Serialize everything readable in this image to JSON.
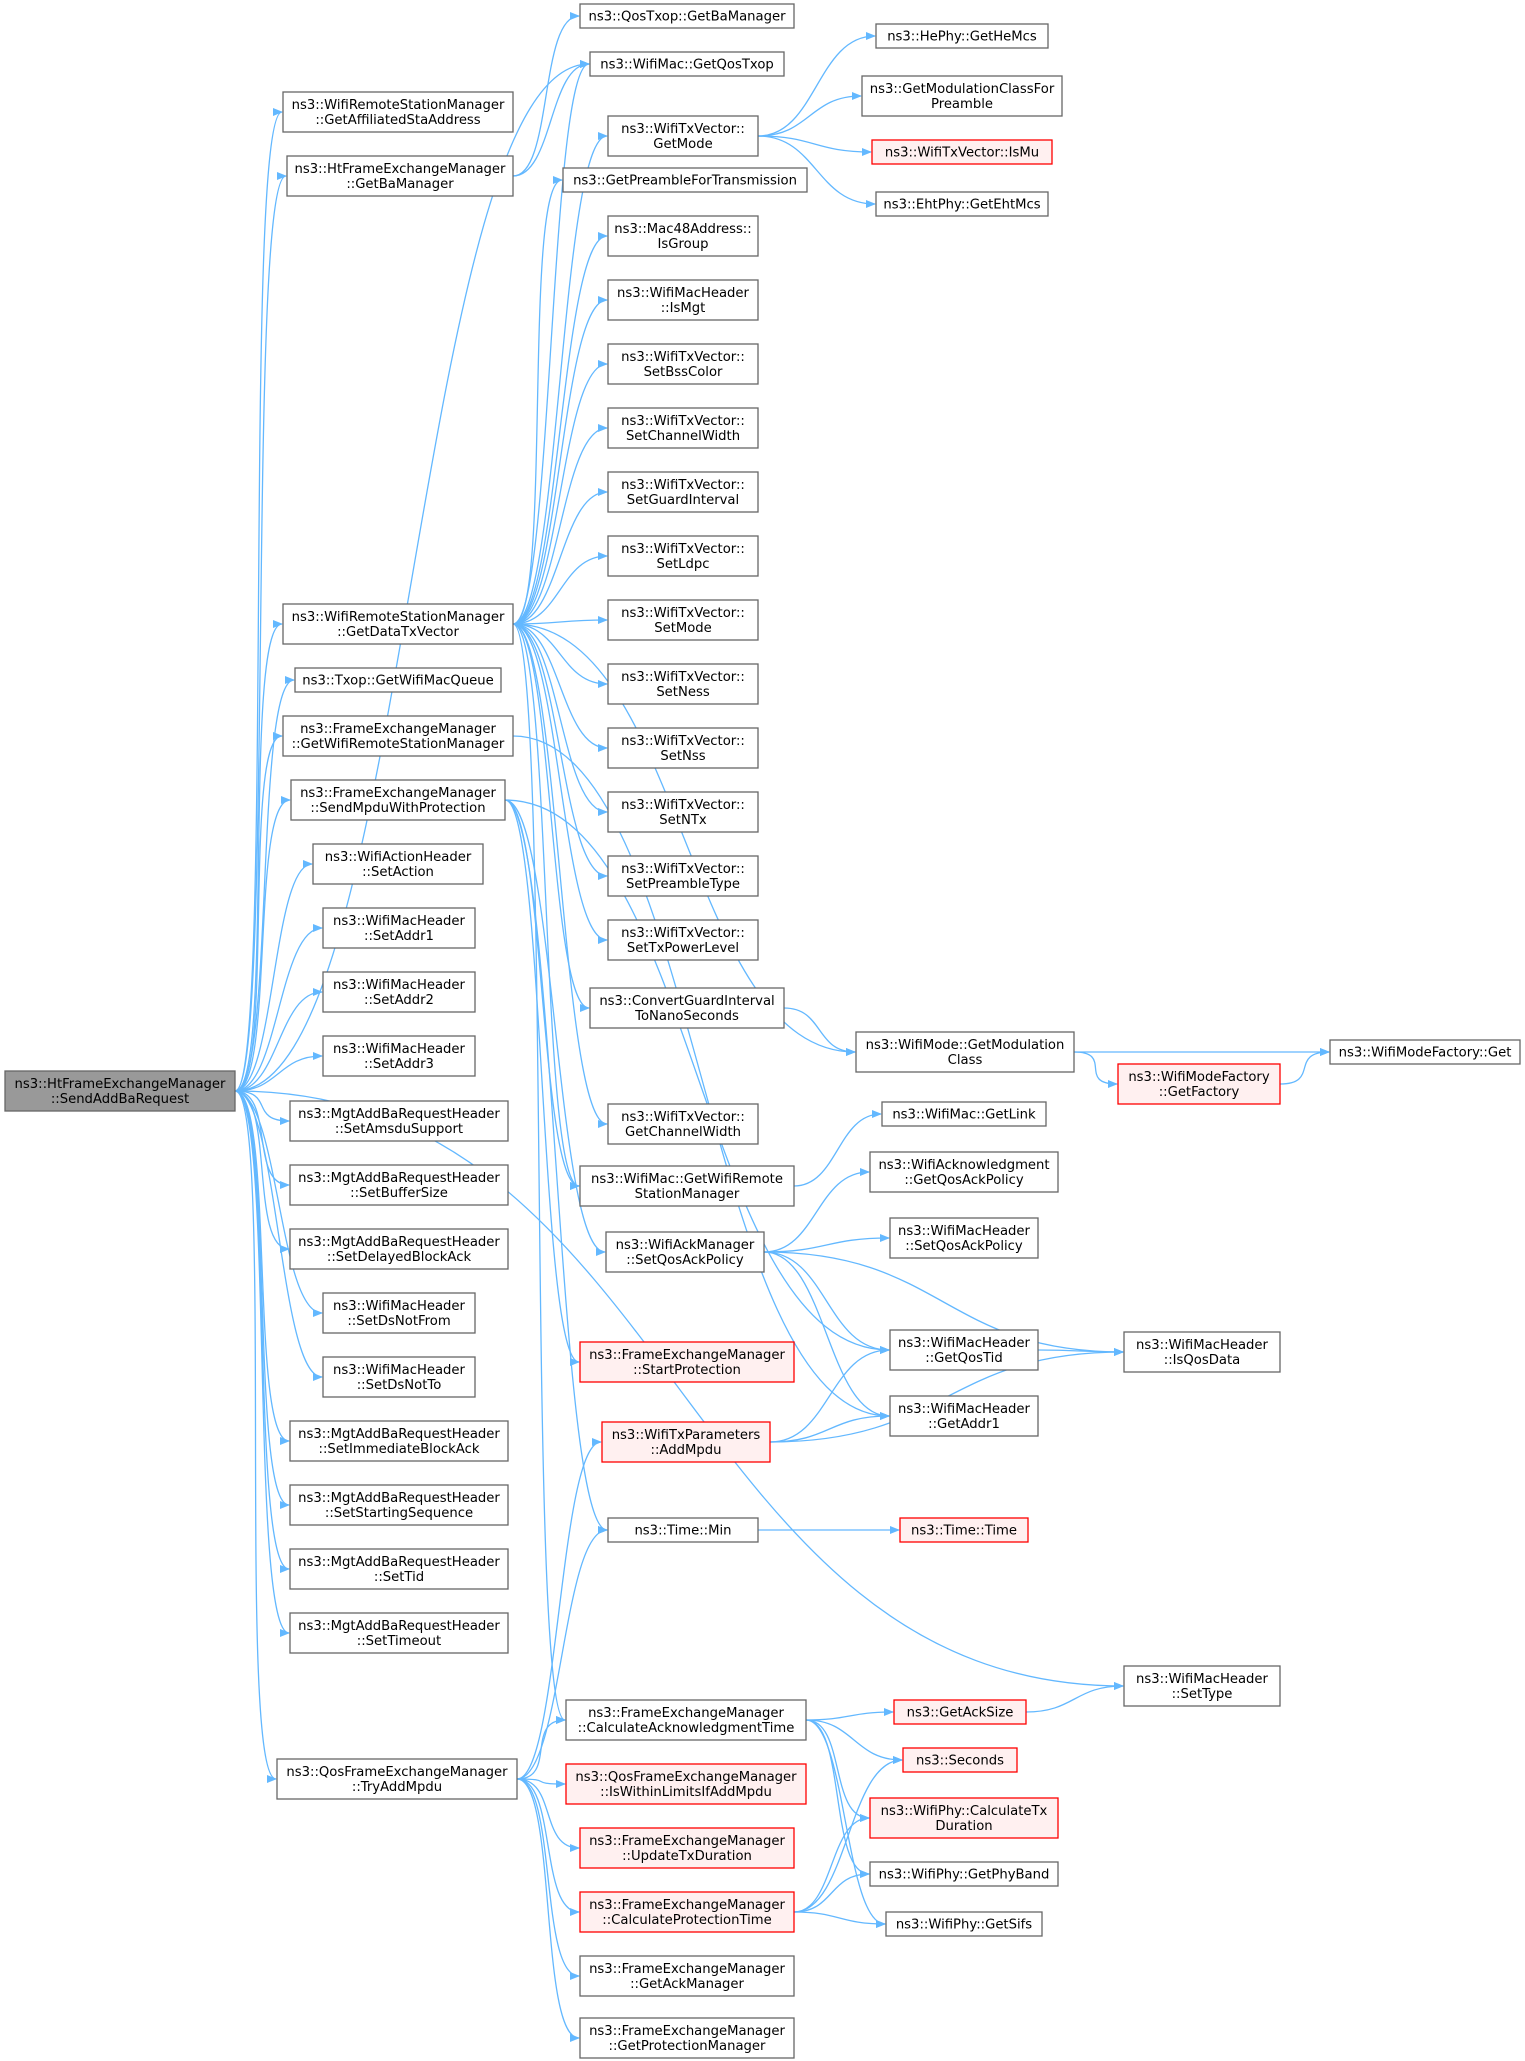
{
  "colors": {
    "edge": "#63b8ff",
    "node_border": "#666666",
    "node_fill": "#ffffff",
    "root_fill": "#999999",
    "truncated_border": "#ff0000",
    "truncated_fill": "#fff0f0"
  },
  "nodes": [
    {
      "id": "root",
      "lines": [
        "ns3::HtFrameExchangeManager",
        "::SendAddBaRequest"
      ],
      "style": "root"
    },
    {
      "id": "getAffSta",
      "lines": [
        "ns3::WifiRemoteStationManager",
        "::GetAffiliatedStaAddress"
      ],
      "style": "normal"
    },
    {
      "id": "htGetBa",
      "lines": [
        "ns3::HtFrameExchangeManager",
        "::GetBaManager"
      ],
      "style": "normal"
    },
    {
      "id": "getDataTx",
      "lines": [
        "ns3::WifiRemoteStationManager",
        "::GetDataTxVector"
      ],
      "style": "normal"
    },
    {
      "id": "txopQueue",
      "lines": [
        "ns3::Txop::GetWifiMacQueue"
      ],
      "style": "normal"
    },
    {
      "id": "femGetRsm",
      "lines": [
        "ns3::FrameExchangeManager",
        "::GetWifiRemoteStationManager"
      ],
      "style": "normal"
    },
    {
      "id": "sendMpdu",
      "lines": [
        "ns3::FrameExchangeManager",
        "::SendMpduWithProtection"
      ],
      "style": "normal"
    },
    {
      "id": "setAction",
      "lines": [
        "ns3::WifiActionHeader",
        "::SetAction"
      ],
      "style": "normal"
    },
    {
      "id": "setAddr1",
      "lines": [
        "ns3::WifiMacHeader",
        "::SetAddr1"
      ],
      "style": "normal"
    },
    {
      "id": "setAddr2",
      "lines": [
        "ns3::WifiMacHeader",
        "::SetAddr2"
      ],
      "style": "normal"
    },
    {
      "id": "setAddr3",
      "lines": [
        "ns3::WifiMacHeader",
        "::SetAddr3"
      ],
      "style": "normal"
    },
    {
      "id": "setAmsdu",
      "lines": [
        "ns3::MgtAddBaRequestHeader",
        "::SetAmsduSupport"
      ],
      "style": "normal"
    },
    {
      "id": "setBuf",
      "lines": [
        "ns3::MgtAddBaRequestHeader",
        "::SetBufferSize"
      ],
      "style": "normal"
    },
    {
      "id": "setDelayed",
      "lines": [
        "ns3::MgtAddBaRequestHeader",
        "::SetDelayedBlockAck"
      ],
      "style": "normal"
    },
    {
      "id": "setDsFrom",
      "lines": [
        "ns3::WifiMacHeader",
        "::SetDsNotFrom"
      ],
      "style": "normal"
    },
    {
      "id": "setDsTo",
      "lines": [
        "ns3::WifiMacHeader",
        "::SetDsNotTo"
      ],
      "style": "normal"
    },
    {
      "id": "setImm",
      "lines": [
        "ns3::MgtAddBaRequestHeader",
        "::SetImmediateBlockAck"
      ],
      "style": "normal"
    },
    {
      "id": "setStartSeq",
      "lines": [
        "ns3::MgtAddBaRequestHeader",
        "::SetStartingSequence"
      ],
      "style": "normal"
    },
    {
      "id": "setTid",
      "lines": [
        "ns3::MgtAddBaRequestHeader",
        "::SetTid"
      ],
      "style": "normal"
    },
    {
      "id": "setTimeout",
      "lines": [
        "ns3::MgtAddBaRequestHeader",
        "::SetTimeout"
      ],
      "style": "normal"
    },
    {
      "id": "tryAdd",
      "lines": [
        "ns3::QosFrameExchangeManager",
        "::TryAddMpdu"
      ],
      "style": "normal"
    },
    {
      "id": "qosTxopBa",
      "lines": [
        "ns3::QosTxop::GetBaManager"
      ],
      "style": "normal"
    },
    {
      "id": "macQosTxop",
      "lines": [
        "ns3::WifiMac::GetQosTxop"
      ],
      "style": "normal"
    },
    {
      "id": "getMode",
      "lines": [
        "ns3::WifiTxVector::",
        "GetMode"
      ],
      "style": "normal"
    },
    {
      "id": "getPreamble",
      "lines": [
        "ns3::GetPreambleForTransmission"
      ],
      "style": "normal"
    },
    {
      "id": "isGroup",
      "lines": [
        "ns3::Mac48Address::",
        "IsGroup"
      ],
      "style": "normal"
    },
    {
      "id": "isMgt",
      "lines": [
        "ns3::WifiMacHeader",
        "::IsMgt"
      ],
      "style": "normal"
    },
    {
      "id": "setBss",
      "lines": [
        "ns3::WifiTxVector::",
        "SetBssColor"
      ],
      "style": "normal"
    },
    {
      "id": "setChW",
      "lines": [
        "ns3::WifiTxVector::",
        "SetChannelWidth"
      ],
      "style": "normal"
    },
    {
      "id": "setGi",
      "lines": [
        "ns3::WifiTxVector::",
        "SetGuardInterval"
      ],
      "style": "normal"
    },
    {
      "id": "setLdpc",
      "lines": [
        "ns3::WifiTxVector::",
        "SetLdpc"
      ],
      "style": "normal"
    },
    {
      "id": "setMode",
      "lines": [
        "ns3::WifiTxVector::",
        "SetMode"
      ],
      "style": "normal"
    },
    {
      "id": "setNess",
      "lines": [
        "ns3::WifiTxVector::",
        "SetNess"
      ],
      "style": "normal"
    },
    {
      "id": "setNss",
      "lines": [
        "ns3::WifiTxVector::",
        "SetNss"
      ],
      "style": "normal"
    },
    {
      "id": "setNTx",
      "lines": [
        "ns3::WifiTxVector::",
        "SetNTx"
      ],
      "style": "normal"
    },
    {
      "id": "setPre",
      "lines": [
        "ns3::WifiTxVector::",
        "SetPreambleType"
      ],
      "style": "normal"
    },
    {
      "id": "setTxPow",
      "lines": [
        "ns3::WifiTxVector::",
        "SetTxPowerLevel"
      ],
      "style": "normal"
    },
    {
      "id": "convGi",
      "lines": [
        "ns3::ConvertGuardInterval",
        "ToNanoSeconds"
      ],
      "style": "normal"
    },
    {
      "id": "getChW",
      "lines": [
        "ns3::WifiTxVector::",
        "GetChannelWidth"
      ],
      "style": "normal"
    },
    {
      "id": "macGetRsm",
      "lines": [
        "ns3::WifiMac::GetWifiRemote",
        "StationManager"
      ],
      "style": "normal"
    },
    {
      "id": "setQosAck",
      "lines": [
        "ns3::WifiAckManager",
        "::SetQosAckPolicy"
      ],
      "style": "normal"
    },
    {
      "id": "startProt",
      "lines": [
        "ns3::FrameExchangeManager",
        "::StartProtection"
      ],
      "style": "trunc"
    },
    {
      "id": "addMpdu",
      "lines": [
        "ns3::WifiTxParameters",
        "::AddMpdu"
      ],
      "style": "trunc"
    },
    {
      "id": "timeMin",
      "lines": [
        "ns3::Time::Min"
      ],
      "style": "normal"
    },
    {
      "id": "calcAck",
      "lines": [
        "ns3::FrameExchangeManager",
        "::CalculateAcknowledgmentTime"
      ],
      "style": "normal"
    },
    {
      "id": "isWithin",
      "lines": [
        "ns3::QosFrameExchangeManager",
        "::IsWithinLimitsIfAddMpdu"
      ],
      "style": "trunc"
    },
    {
      "id": "updTx",
      "lines": [
        "ns3::FrameExchangeManager",
        "::UpdateTxDuration"
      ],
      "style": "trunc"
    },
    {
      "id": "calcProt",
      "lines": [
        "ns3::FrameExchangeManager",
        "::CalculateProtectionTime"
      ],
      "style": "trunc"
    },
    {
      "id": "getAckMgr",
      "lines": [
        "ns3::FrameExchangeManager",
        "::GetAckManager"
      ],
      "style": "normal"
    },
    {
      "id": "getProtMgr",
      "lines": [
        "ns3::FrameExchangeManager",
        "::GetProtectionManager"
      ],
      "style": "normal"
    },
    {
      "id": "heMcs",
      "lines": [
        "ns3::HePhy::GetHeMcs"
      ],
      "style": "normal"
    },
    {
      "id": "getModClassPre",
      "lines": [
        "ns3::GetModulationClassFor",
        "Preamble"
      ],
      "style": "normal"
    },
    {
      "id": "isMu",
      "lines": [
        "ns3::WifiTxVector::IsMu"
      ],
      "style": "trunc"
    },
    {
      "id": "ehtMcs",
      "lines": [
        "ns3::EhtPhy::GetEhtMcs"
      ],
      "style": "normal"
    },
    {
      "id": "modeGetMod",
      "lines": [
        "ns3::WifiMode::GetModulation",
        "Class"
      ],
      "style": "normal"
    },
    {
      "id": "modeFactGetF",
      "lines": [
        "ns3::WifiModeFactory",
        "::GetFactory"
      ],
      "style": "trunc"
    },
    {
      "id": "macGetLink",
      "lines": [
        "ns3::WifiMac::GetLink"
      ],
      "style": "normal"
    },
    {
      "id": "ackGetQos",
      "lines": [
        "ns3::WifiAcknowledgment",
        "::GetQosAckPolicy"
      ],
      "style": "normal"
    },
    {
      "id": "hdrSetQosAck",
      "lines": [
        "ns3::WifiMacHeader",
        "::SetQosAckPolicy"
      ],
      "style": "normal"
    },
    {
      "id": "getQosTid",
      "lines": [
        "ns3::WifiMacHeader",
        "::GetQosTid"
      ],
      "style": "normal"
    },
    {
      "id": "getAddr1",
      "lines": [
        "ns3::WifiMacHeader",
        "::GetAddr1"
      ],
      "style": "normal"
    },
    {
      "id": "timeTime",
      "lines": [
        "ns3::Time::Time"
      ],
      "style": "trunc"
    },
    {
      "id": "getAckSize",
      "lines": [
        "ns3::GetAckSize"
      ],
      "style": "trunc"
    },
    {
      "id": "seconds",
      "lines": [
        "ns3::Seconds"
      ],
      "style": "trunc"
    },
    {
      "id": "phyCalcTx",
      "lines": [
        "ns3::WifiPhy::CalculateTx",
        "Duration"
      ],
      "style": "trunc"
    },
    {
      "id": "phyBand",
      "lines": [
        "ns3::WifiPhy::GetPhyBand"
      ],
      "style": "normal"
    },
    {
      "id": "phySifs",
      "lines": [
        "ns3::WifiPhy::GetSifs"
      ],
      "style": "normal"
    },
    {
      "id": "modeFactGet",
      "lines": [
        "ns3::WifiModeFactory::Get"
      ],
      "style": "normal"
    },
    {
      "id": "isQosData",
      "lines": [
        "ns3::WifiMacHeader",
        "::IsQosData"
      ],
      "style": "normal"
    },
    {
      "id": "setType",
      "lines": [
        "ns3::WifiMacHeader",
        "::SetType"
      ],
      "style": "normal"
    }
  ],
  "edges": [
    [
      "root",
      "getAffSta"
    ],
    [
      "root",
      "htGetBa"
    ],
    [
      "root",
      "getDataTx"
    ],
    [
      "root",
      "txopQueue"
    ],
    [
      "root",
      "femGetRsm"
    ],
    [
      "root",
      "sendMpdu"
    ],
    [
      "root",
      "setAction"
    ],
    [
      "root",
      "setAddr1"
    ],
    [
      "root",
      "setAddr2"
    ],
    [
      "root",
      "setAddr3"
    ],
    [
      "root",
      "setAmsdu"
    ],
    [
      "root",
      "setBuf"
    ],
    [
      "root",
      "setDelayed"
    ],
    [
      "root",
      "setDsFrom"
    ],
    [
      "root",
      "setDsTo"
    ],
    [
      "root",
      "setImm"
    ],
    [
      "root",
      "setStartSeq"
    ],
    [
      "root",
      "setTid"
    ],
    [
      "root",
      "setTimeout"
    ],
    [
      "root",
      "tryAdd"
    ],
    [
      "root",
      "macQosTxop"
    ],
    [
      "root",
      "setType"
    ],
    [
      "htGetBa",
      "qosTxopBa"
    ],
    [
      "htGetBa",
      "macQosTxop"
    ],
    [
      "getDataTx",
      "macQosTxop"
    ],
    [
      "getDataTx",
      "getMode"
    ],
    [
      "getDataTx",
      "getPreamble"
    ],
    [
      "getDataTx",
      "isGroup"
    ],
    [
      "getDataTx",
      "isMgt"
    ],
    [
      "getDataTx",
      "setBss"
    ],
    [
      "getDataTx",
      "setChW"
    ],
    [
      "getDataTx",
      "setGi"
    ],
    [
      "getDataTx",
      "setLdpc"
    ],
    [
      "getDataTx",
      "setMode"
    ],
    [
      "getDataTx",
      "setNess"
    ],
    [
      "getDataTx",
      "setNss"
    ],
    [
      "getDataTx",
      "setNTx"
    ],
    [
      "getDataTx",
      "setPre"
    ],
    [
      "getDataTx",
      "setTxPow"
    ],
    [
      "getDataTx",
      "convGi"
    ],
    [
      "getDataTx",
      "getChW"
    ],
    [
      "getDataTx",
      "macGetRsm"
    ],
    [
      "getDataTx",
      "modeGetMod"
    ],
    [
      "getDataTx",
      "calcAck"
    ],
    [
      "femGetRsm",
      "getAddr1"
    ],
    [
      "sendMpdu",
      "setQosAck"
    ],
    [
      "sendMpdu",
      "startProt"
    ],
    [
      "sendMpdu",
      "timeMin"
    ],
    [
      "sendMpdu",
      "macGetRsm"
    ],
    [
      "sendMpdu",
      "getQosTid"
    ],
    [
      "tryAdd",
      "addMpdu"
    ],
    [
      "tryAdd",
      "timeMin"
    ],
    [
      "tryAdd",
      "calcAck"
    ],
    [
      "tryAdd",
      "isWithin"
    ],
    [
      "tryAdd",
      "updTx"
    ],
    [
      "tryAdd",
      "calcProt"
    ],
    [
      "tryAdd",
      "getAckMgr"
    ],
    [
      "tryAdd",
      "getProtMgr"
    ],
    [
      "getMode",
      "heMcs"
    ],
    [
      "getMode",
      "getModClassPre"
    ],
    [
      "getMode",
      "isMu"
    ],
    [
      "getMode",
      "ehtMcs"
    ],
    [
      "convGi",
      "modeGetMod"
    ],
    [
      "modeGetMod",
      "modeFactGet"
    ],
    [
      "modeGetMod",
      "modeFactGetF"
    ],
    [
      "modeFactGetF",
      "modeFactGet"
    ],
    [
      "macGetRsm",
      "macGetLink"
    ],
    [
      "setQosAck",
      "ackGetQos"
    ],
    [
      "setQosAck",
      "hdrSetQosAck"
    ],
    [
      "setQosAck",
      "getQosTid"
    ],
    [
      "setQosAck",
      "isQosData"
    ],
    [
      "setQosAck",
      "getAddr1"
    ],
    [
      "getQosTid",
      "isQosData"
    ],
    [
      "addMpdu",
      "getQosTid"
    ],
    [
      "addMpdu",
      "getAddr1"
    ],
    [
      "addMpdu",
      "isQosData"
    ],
    [
      "timeMin",
      "timeTime"
    ],
    [
      "calcAck",
      "getAckSize"
    ],
    [
      "calcAck",
      "seconds"
    ],
    [
      "calcAck",
      "phyCalcTx"
    ],
    [
      "calcAck",
      "phyBand"
    ],
    [
      "calcAck",
      "phySifs"
    ],
    [
      "getAckSize",
      "setType"
    ],
    [
      "calcProt",
      "seconds"
    ],
    [
      "calcProt",
      "phyCalcTx"
    ],
    [
      "calcProt",
      "phyBand"
    ],
    [
      "calcProt",
      "phySifs"
    ]
  ]
}
